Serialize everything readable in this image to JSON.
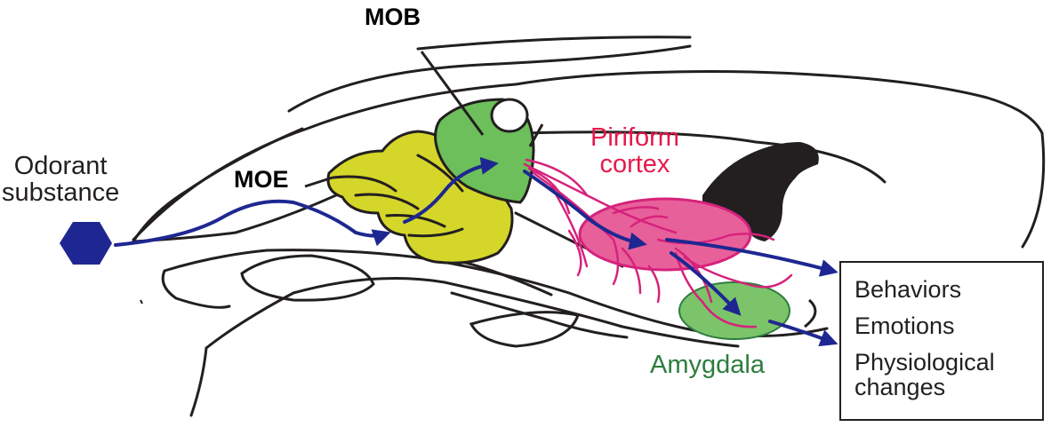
{
  "labels": {
    "mob": "MOB",
    "moe": "MOE",
    "odorant_line1": "Odorant",
    "odorant_line2": "substance",
    "piriform_line1": "Piriform",
    "piriform_line2": "cortex",
    "amygdala": "Amygdala"
  },
  "outcomes": {
    "behaviors": "Behaviors",
    "emotions": "Emotions",
    "physiological_line1": "Physiological",
    "physiological_line2": "changes"
  },
  "colors": {
    "outline": "#231f20",
    "arrow": "#1e2791",
    "moe_fill": "#d4d62a",
    "mob_fill": "#6cbf5a",
    "piriform_fill": "#e8609a",
    "piriform_text": "#e6194b",
    "projection_lines": "#d6227c",
    "amygdala_fill": "#7bc46a",
    "amygdala_text": "#2e7d3e",
    "ventricle_fill": "#231f20"
  }
}
